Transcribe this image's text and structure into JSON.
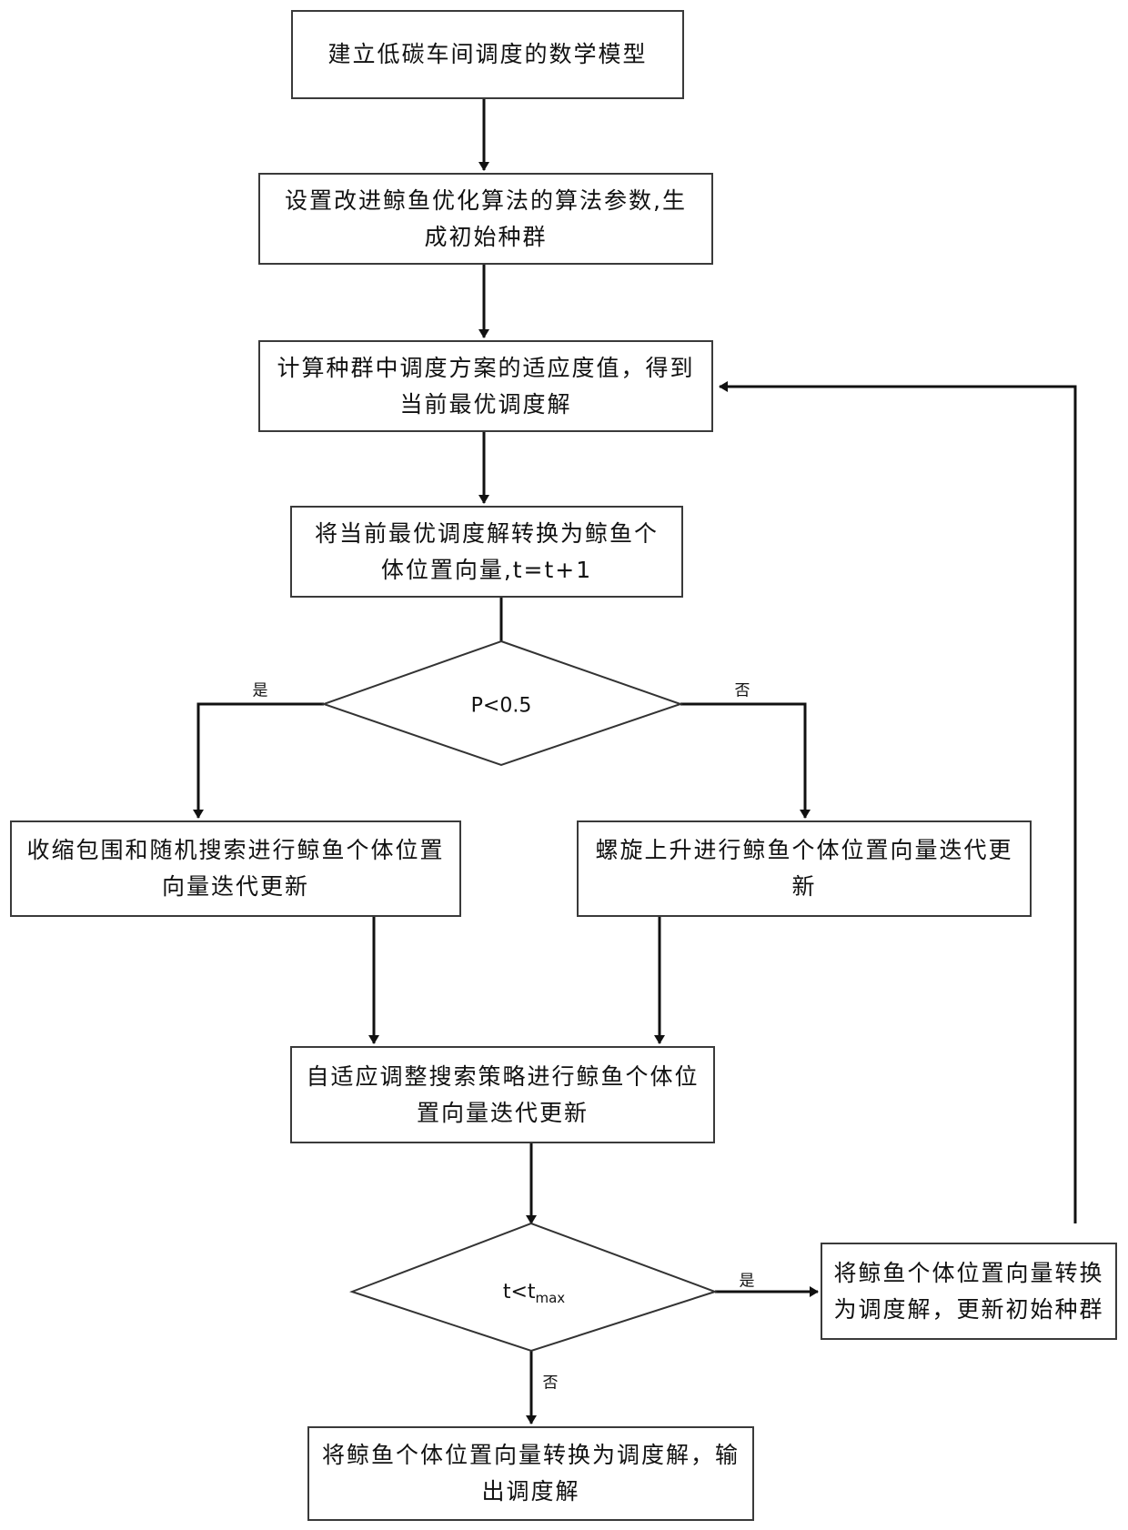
{
  "nodes": {
    "build_model": "建立低碳车间调度的数学模型",
    "set_params": "设置改进鲸鱼优化算法的算法参数,生成初始种群",
    "calc_fitness": "计算种群中调度方案的适应度值，得到当前最优调度解",
    "convert_to_whale": "将当前最优调度解转换为鲸鱼个体位置向量,t=t+1",
    "decision_p": "P<0.5",
    "shrink_search": "收缩包围和随机搜索进行鲸鱼个体位置向量迭代更新",
    "spiral_update": "螺旋上升进行鲸鱼个体位置向量迭代更新",
    "adaptive_adjust": "自适应调整搜索策略进行鲸鱼个体位置向量迭代更新",
    "decision_t": {
      "base": "t<t",
      "sub": "max"
    },
    "convert_update_pop": "将鲸鱼个体位置向量转换为调度解，更新初始种群",
    "output": "将鲸鱼个体位置向量转换为调度解，输出调度解"
  },
  "edges": {
    "p_yes": "是",
    "p_no": "否",
    "t_yes": "是",
    "t_no": "否"
  }
}
